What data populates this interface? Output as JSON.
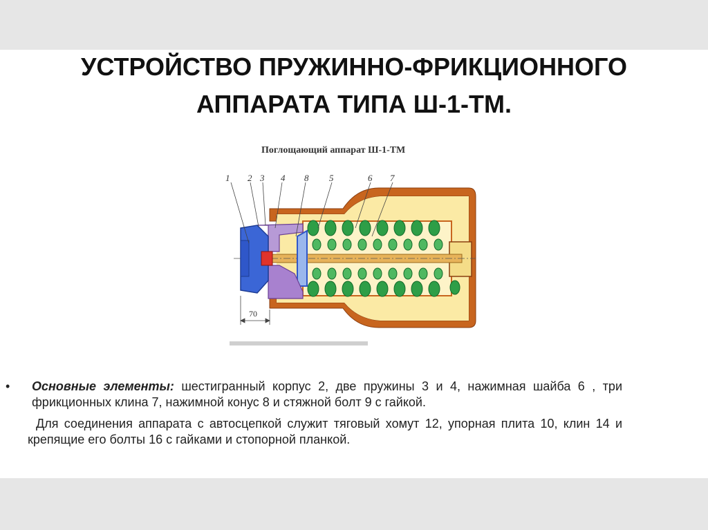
{
  "slide": {
    "title_line1": "УСТРОЙСТВО ПРУЖИННО-ФРИКЦИОННОГО",
    "title_line2": "АППАРАТА ТИПА Ш-1-ТМ."
  },
  "figure": {
    "caption": "Поглощающий аппарат Ш-1-ТМ",
    "labels": [
      "1",
      "2",
      "3",
      "4",
      "8",
      "5",
      "6",
      "7"
    ],
    "dimension": "70"
  },
  "text": {
    "bullet": "•",
    "term": "Основные элементы:",
    "bullet_rest": " шестигранный корпус 2, две пружины 3 и 4, нажимная шайба 6 , три фрикционных клина 7, нажимной конус 8 и стяжной болт 9 с гайкой.",
    "para2": "Для соединения аппарата с автосцепкой служит тяговый хомут 12, упорная плита 10, клин 14 и крепящие его болты 16 с гайками и стопорной планкой."
  },
  "colors": {
    "housing": "#c8651e",
    "interior": "#fbeaa5",
    "spring": "#2e9e47",
    "wedge": "#8a5fb0",
    "cone": "#2f57c9",
    "bolt": "#e7b35a",
    "nut": "#e0332b"
  }
}
